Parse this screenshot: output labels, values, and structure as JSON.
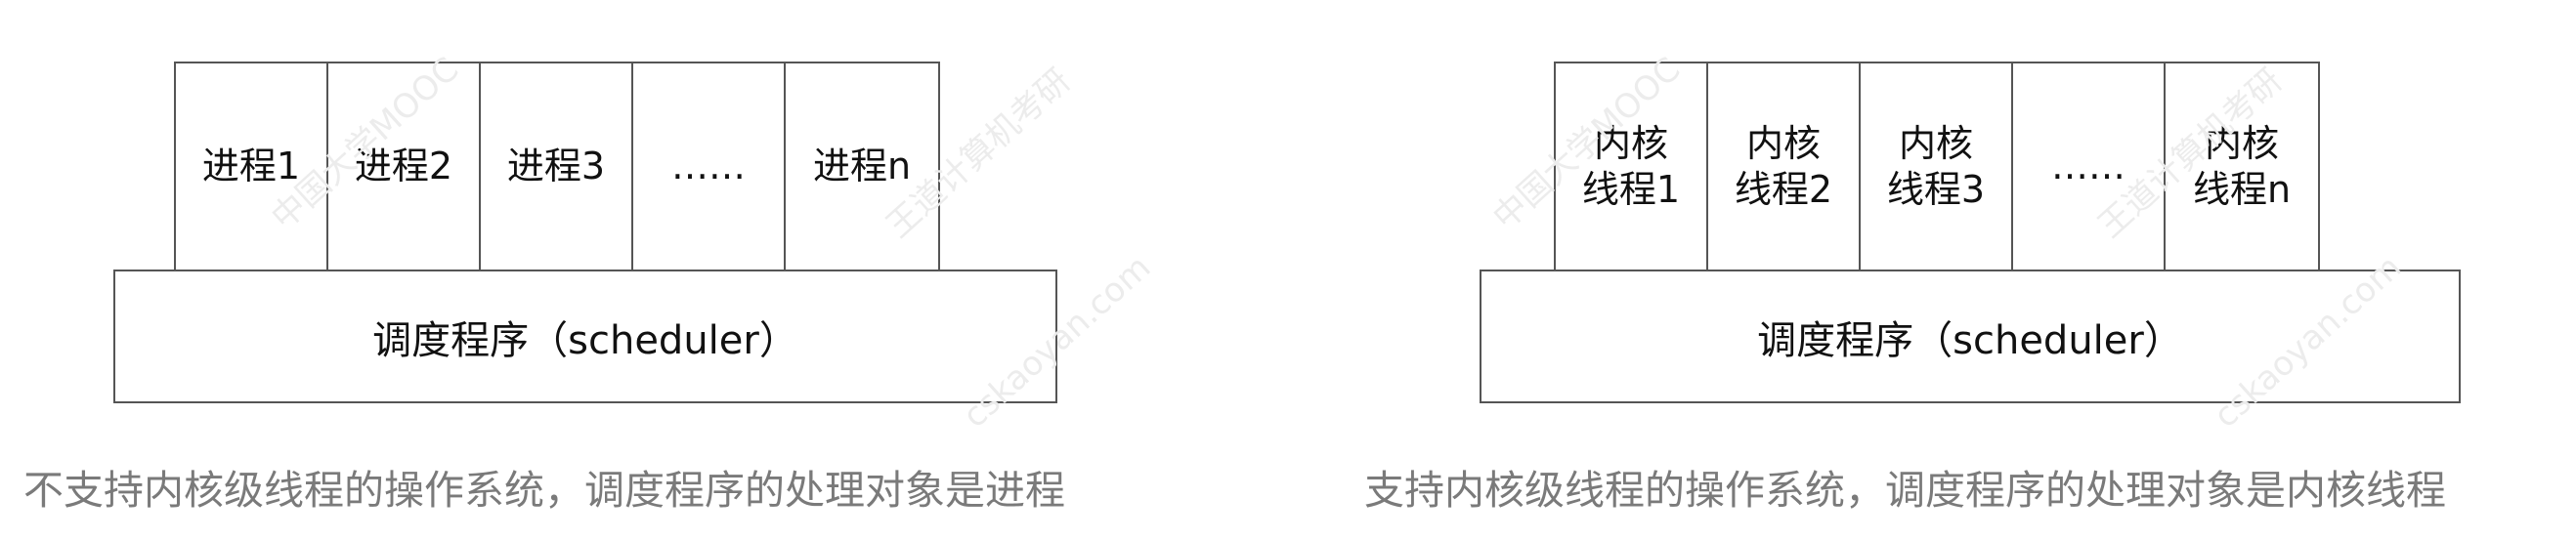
{
  "left_diagram": {
    "boxes": [
      "进程1",
      "进程2",
      "进程3",
      "……",
      "进程n"
    ],
    "scheduler": "调度程序（scheduler）",
    "caption": "不支持内核级线程的操作系统，调度程序的处理对象是进程"
  },
  "right_diagram": {
    "boxes": [
      "内核\n线程1",
      "内核\n线程2",
      "内核\n线程3",
      "……",
      "内核\n线程n"
    ],
    "scheduler": "调度程序（scheduler）",
    "caption": "支持内核级线程的操作系统，调度程序的处理对象是内核线程"
  },
  "watermarks": [
    "中国大学MOOC",
    "王道计算机考研",
    "cskaoyan.com"
  ]
}
